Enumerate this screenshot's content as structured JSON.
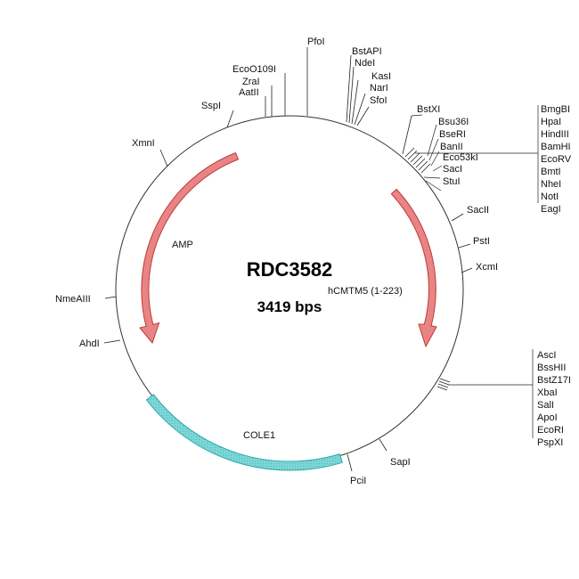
{
  "plasmid": {
    "name": "RDC3582",
    "size_label": "3419 bps"
  },
  "colors": {
    "arrow_fill": "#e98484",
    "arrow_stroke": "#c03a3a",
    "cole1_fill": "#7fd6d6",
    "cole1_stroke": "#2aaaaa"
  },
  "features": [
    {
      "name": "AMP",
      "type": "arrow"
    },
    {
      "name": "hCMTM5 (1-223)",
      "type": "arrow"
    },
    {
      "name": "COLE1",
      "type": "box"
    }
  ],
  "sites": [
    {
      "name": "PfoI"
    },
    {
      "name": "BstAPI"
    },
    {
      "name": "NdeI"
    },
    {
      "name": "KasI"
    },
    {
      "name": "NarI"
    },
    {
      "name": "SfoI"
    },
    {
      "name": "EcoO109I"
    },
    {
      "name": "ZraI"
    },
    {
      "name": "AatII"
    },
    {
      "name": "SspI"
    },
    {
      "name": "XmnI"
    },
    {
      "name": "NmeAIII"
    },
    {
      "name": "AhdI"
    },
    {
      "name": "BstXI"
    },
    {
      "name": "Bsu36I"
    },
    {
      "name": "BseRI"
    },
    {
      "name": "BanII"
    },
    {
      "name": "Eco53kI"
    },
    {
      "name": "SacI"
    },
    {
      "name": "StuI"
    },
    {
      "name": "BmgBI"
    },
    {
      "name": "HpaI"
    },
    {
      "name": "HindIII"
    },
    {
      "name": "BamHI"
    },
    {
      "name": "EcoRV"
    },
    {
      "name": "BmtI"
    },
    {
      "name": "NheI"
    },
    {
      "name": "NotI"
    },
    {
      "name": "EagI"
    },
    {
      "name": "SacII"
    },
    {
      "name": "PstI"
    },
    {
      "name": "XcmI"
    },
    {
      "name": "AscI"
    },
    {
      "name": "BssHII"
    },
    {
      "name": "BstZ17I"
    },
    {
      "name": "XbaI"
    },
    {
      "name": "SalI"
    },
    {
      "name": "ApoI"
    },
    {
      "name": "EcoRI"
    },
    {
      "name": "PspXI"
    },
    {
      "name": "SapI"
    },
    {
      "name": "PciI"
    }
  ]
}
